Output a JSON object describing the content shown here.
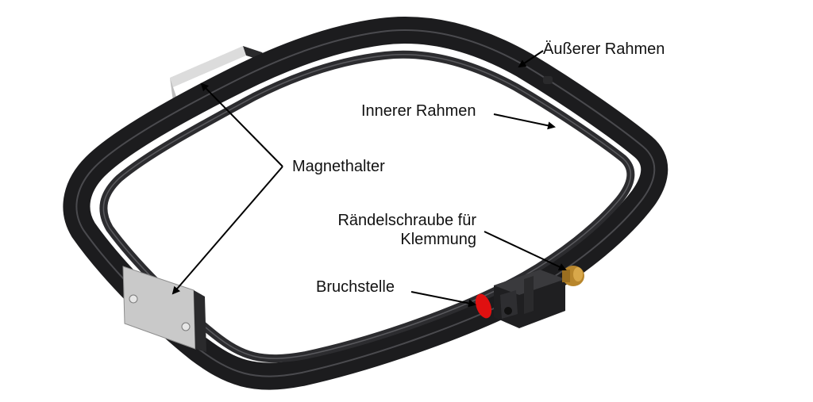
{
  "labels": {
    "outer_frame": "Äußerer Rahmen",
    "inner_frame": "Innerer Rahmen",
    "magnet_holder": "Magnethalter",
    "knurled_screw_line1": "Rändelschraube für",
    "knurled_screw_line2": "Klemmung",
    "break_point": "Bruchstelle"
  },
  "colors": {
    "frame": "#1c1c1e",
    "frame_highlight": "#4a4a4e",
    "plate": "#c9c9c9",
    "brass": "#b8862c",
    "break_mark": "#e01010",
    "arrow": "#000000"
  }
}
